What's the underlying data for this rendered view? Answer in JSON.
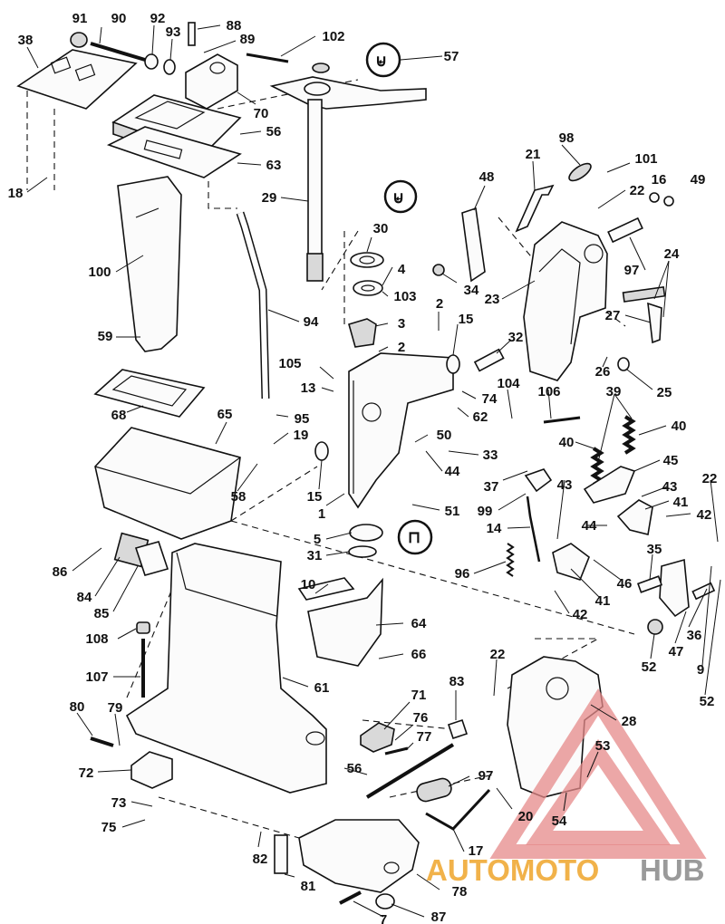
{
  "watermark": {
    "part1": "AUTOMOTO",
    "part2": "HUB",
    "triangle_color": "#e58a8a",
    "text_color_1": "#f1b24a",
    "text_color_2": "#9a9a9a"
  },
  "callouts": {
    "c91": "91",
    "c90": "90",
    "c92": "92",
    "c93": "93",
    "c88": "88",
    "c89": "89",
    "c102": "102",
    "c38": "38",
    "c57": "57",
    "c70": "70",
    "c56a": "56",
    "c63": "63",
    "c18": "18",
    "c29": "29",
    "c98": "98",
    "c21": "21",
    "c101": "101",
    "c48": "48",
    "c22a": "22",
    "c16": "16",
    "c49": "49",
    "c30": "30",
    "c4": "4",
    "c100": "100",
    "c97a": "97",
    "c24": "24",
    "c34": "34",
    "c23": "23",
    "c103": "103",
    "c2a": "2",
    "c15a": "15",
    "c27": "27",
    "c94": "94",
    "c3": "3",
    "c59": "59",
    "c2b": "2",
    "c32": "32",
    "c105": "105",
    "c13": "13",
    "c26": "26",
    "c25": "25",
    "c74": "74",
    "c104": "104",
    "c106": "106",
    "c39": "39",
    "c68": "68",
    "c62": "62",
    "c40a": "40",
    "c40b": "40",
    "c65": "65",
    "c95": "95",
    "c19": "19",
    "c50": "50",
    "c45": "45",
    "c33": "33",
    "c15b": "15",
    "c58": "58",
    "c44a": "44",
    "c37": "37",
    "c43a": "43",
    "c43b": "43",
    "c22b": "22",
    "c1": "1",
    "c99": "99",
    "c41a": "41",
    "c51": "51",
    "c42a": "42",
    "c5": "5",
    "c14": "14",
    "c44b": "44",
    "c31": "31",
    "c35": "35",
    "c86": "86",
    "c96": "96",
    "c46": "46",
    "c10": "10",
    "c84": "84",
    "c41b": "41",
    "c36": "36",
    "c85": "85",
    "c42b": "42",
    "c64": "64",
    "c47": "47",
    "c9": "9",
    "c108": "108",
    "c52a": "52",
    "c66": "66",
    "c22c": "22",
    "c52b": "52",
    "c107": "107",
    "c61": "61",
    "c83": "83",
    "c71": "71",
    "c28": "28",
    "c80": "80",
    "c79": "79",
    "c76": "76",
    "c77": "77",
    "c53": "53",
    "c72": "72",
    "c56b": "56",
    "c97b": "97",
    "c73": "73",
    "c20": "20",
    "c54": "54",
    "c75": "75",
    "c17": "17",
    "c82": "82",
    "c81": "81",
    "c78": "78",
    "c7": "7",
    "c87": "87"
  }
}
